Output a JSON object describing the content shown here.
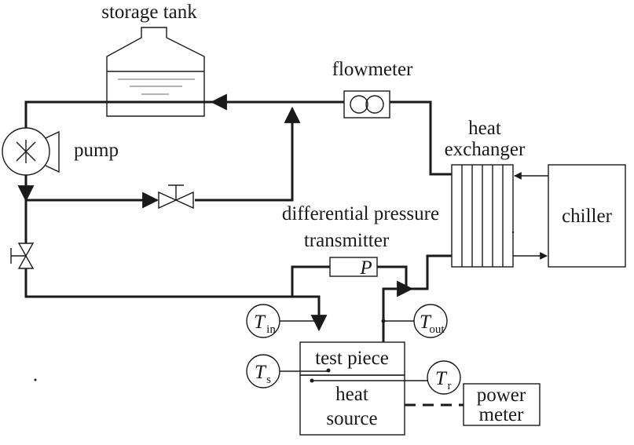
{
  "labels": {
    "storage_tank": "storage tank",
    "flowmeter": "flowmeter",
    "heat_exchanger_line1": "heat",
    "heat_exchanger_line2": "exchanger",
    "pump": "pump",
    "chiller": "chiller",
    "dp_line1": "differential pressure",
    "dp_line2": "transmitter",
    "dp_symbol": "P",
    "test_piece": "test piece",
    "heat_source_line1": "heat",
    "heat_source_line2": "source",
    "power_meter_line1": "power",
    "power_meter_line2": "meter"
  },
  "sensors": {
    "t_in": {
      "symbol": "T",
      "subscript": "in"
    },
    "t_out": {
      "symbol": "T",
      "subscript": "out"
    },
    "t_s": {
      "symbol": "T",
      "subscript": "s"
    },
    "t_r": {
      "symbol": "T",
      "subscript": "r"
    }
  },
  "colors": {
    "line": "#1a1a1a",
    "background": "#ffffff"
  }
}
